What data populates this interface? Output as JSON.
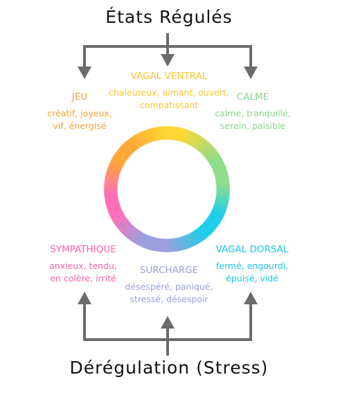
{
  "top_title": "États Régulés",
  "bottom_title": "Dérégulation (Stress)",
  "states": {
    "vagal_ventral": {
      "name": "VAGAL VENTRAL",
      "line1": "chaleureux, aimant, ouvert,",
      "line2": "compatissant",
      "color": "#fbc531"
    },
    "jeu": {
      "name": "JEU",
      "line1": "créatif, joyeux,",
      "line2": "vif, énergisé",
      "color": "#f7a035"
    },
    "calme": {
      "name": "CALME",
      "line1": "calme, tranquille,",
      "line2": "serein, paisible",
      "color": "#86d98a"
    },
    "sympathique": {
      "name": "SYMPATHIQUE",
      "line1": "anxieux, tendu,",
      "line2": "en colère, irrité",
      "color": "#ff5fae"
    },
    "surcharge": {
      "name": "SURCHARGE",
      "line1": "désespéré, paniqué,",
      "line2": "stressé, désespoir",
      "color": "#9b9fdd"
    },
    "vagal_dorsal": {
      "name": "VAGAL DORSAL",
      "line1": "fermé, engourdi,",
      "line2": "épuisé, vidé",
      "color": "#1cc6ea"
    }
  },
  "arrow_color": "#6b6b6b",
  "ring_colors": [
    "#fdd835",
    "#8fdc8a",
    "#1fcfe8",
    "#9b9fdd",
    "#ff6fb7",
    "#ffa836"
  ]
}
